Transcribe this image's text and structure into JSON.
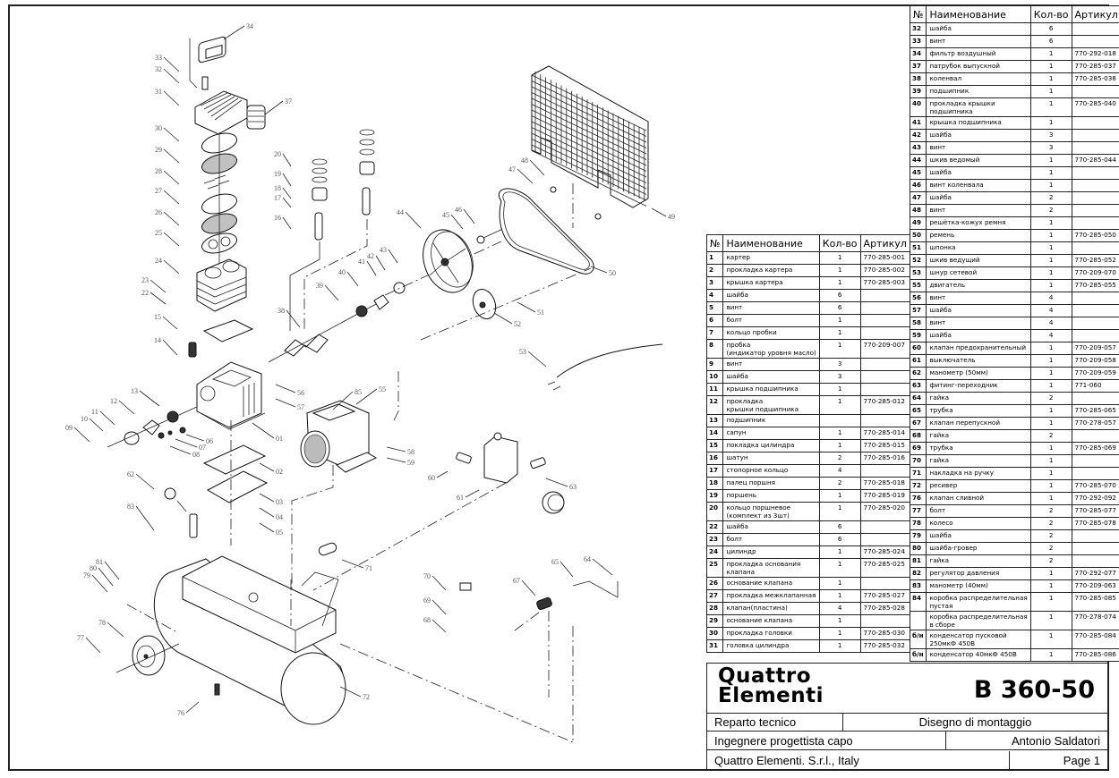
{
  "drawing": {
    "title": "Exploded assembly diagram — air compressor B 360-50",
    "callouts": [
      "01",
      "02",
      "03",
      "04",
      "05",
      "06",
      "07",
      "08",
      "09",
      "10",
      "11",
      "12",
      "13",
      "14",
      "15",
      "16",
      "17",
      "18",
      "19",
      "20",
      "22",
      "23",
      "24",
      "25",
      "26",
      "27",
      "28",
      "29",
      "30",
      "31",
      "32",
      "33",
      "34",
      "37",
      "38",
      "39",
      "40",
      "41",
      "42",
      "43",
      "44",
      "45",
      "46",
      "47",
      "48",
      "49",
      "50",
      "51",
      "52",
      "53",
      "55",
      "56",
      "57",
      "58",
      "59",
      "60",
      "61",
      "62",
      "63",
      "64",
      "65",
      "67",
      "68",
      "69",
      "70",
      "71",
      "72",
      "76",
      "77",
      "78",
      "79",
      "80",
      "81",
      "83",
      "85",
      "62"
    ]
  },
  "table_headers": {
    "num": "№",
    "name": "Наименование",
    "qty": "Кол-во",
    "art": "Артикул"
  },
  "parts_left": [
    {
      "num": "1",
      "name": "картер",
      "qty": "1",
      "art": "770-285-001"
    },
    {
      "num": "2",
      "name": "прокладка картера",
      "qty": "1",
      "art": "770-285-002"
    },
    {
      "num": "3",
      "name": "крышка картера",
      "qty": "1",
      "art": "770-285-003"
    },
    {
      "num": "4",
      "name": "шайба",
      "qty": "6",
      "art": ""
    },
    {
      "num": "5",
      "name": "винт",
      "qty": "6",
      "art": ""
    },
    {
      "num": "6",
      "name": "болт",
      "qty": "1",
      "art": ""
    },
    {
      "num": "7",
      "name": "кольцо пробки",
      "qty": "1",
      "art": ""
    },
    {
      "num": "8",
      "name": "пробка",
      "name2": "(индикатор уровня масло)",
      "qty": "1",
      "art": "770-209-007"
    },
    {
      "num": "9",
      "name": "винт",
      "qty": "3",
      "art": ""
    },
    {
      "num": "10",
      "name": "шайба",
      "qty": "3",
      "art": ""
    },
    {
      "num": "11",
      "name": "крышка подшипника",
      "qty": "1",
      "art": ""
    },
    {
      "num": "12",
      "name": "прокладка",
      "name2": "крышки подшипника",
      "qty": "1",
      "art": "770-285-012"
    },
    {
      "num": "13",
      "name": "подшипник",
      "qty": "",
      "art": ""
    },
    {
      "num": "14",
      "name": "сапун",
      "qty": "1",
      "art": "770-285-014"
    },
    {
      "num": "15",
      "name": "покладка цилиндра",
      "qty": "1",
      "art": "770-285-015"
    },
    {
      "num": "16",
      "name": "шатун",
      "qty": "2",
      "art": "770-285-016"
    },
    {
      "num": "17",
      "name": "стопорное кольцо",
      "qty": "4",
      "art": ""
    },
    {
      "num": "18",
      "name": "палец поршня",
      "qty": "2",
      "art": "770-285-018"
    },
    {
      "num": "19",
      "name": "поршень",
      "qty": "1",
      "art": "770-285-019"
    },
    {
      "num": "20",
      "name": "кольцо поршневое",
      "name2": "(комплект из 3шт)",
      "qty": "1",
      "art": "770-285-020"
    },
    {
      "num": "22",
      "name": "шайба",
      "qty": "6",
      "art": ""
    },
    {
      "num": "23",
      "name": "болт",
      "qty": "6",
      "art": ""
    },
    {
      "num": "24",
      "name": "цилиндр",
      "qty": "1",
      "art": "770-285-024"
    },
    {
      "num": "25",
      "name": "прокладка основания",
      "name2": "клапана",
      "qty": "1",
      "art": "770-285-025"
    },
    {
      "num": "26",
      "name": "основание клапана",
      "qty": "1",
      "art": ""
    },
    {
      "num": "27",
      "name": "прокладка межклапанная",
      "qty": "1",
      "art": "770-285-027"
    },
    {
      "num": "28",
      "name": "клапан(пластина)",
      "qty": "4",
      "art": "770-285-028"
    },
    {
      "num": "29",
      "name": "основание клапана",
      "qty": "1",
      "art": ""
    },
    {
      "num": "30",
      "name": "прокладка головки",
      "qty": "1",
      "art": "770-285-030"
    },
    {
      "num": "31",
      "name": "головка цилиндра",
      "qty": "1",
      "art": "770-285-032"
    }
  ],
  "parts_right": [
    {
      "num": "32",
      "name": "шайба",
      "qty": "6",
      "art": ""
    },
    {
      "num": "33",
      "name": "винт",
      "qty": "6",
      "art": ""
    },
    {
      "num": "34",
      "name": "фильтр воздушный",
      "qty": "1",
      "art": "770-292-018"
    },
    {
      "num": "37",
      "name": "патрубок выпускной",
      "qty": "1",
      "art": "770-285-037"
    },
    {
      "num": "38",
      "name": "коленвал",
      "qty": "1",
      "art": "770-285-038"
    },
    {
      "num": "39",
      "name": "подшипник",
      "qty": "1",
      "art": ""
    },
    {
      "num": "40",
      "name": "прокладка крышки",
      "name2": "подшипника",
      "qty": "1",
      "art": "770-285-040"
    },
    {
      "num": "41",
      "name": "крышка подшипника",
      "qty": "1",
      "art": ""
    },
    {
      "num": "42",
      "name": "шайба",
      "qty": "3",
      "art": ""
    },
    {
      "num": "43",
      "name": "винт",
      "qty": "3",
      "art": ""
    },
    {
      "num": "44",
      "name": "шкив ведомый",
      "qty": "1",
      "art": "770-285-044"
    },
    {
      "num": "45",
      "name": "шайба",
      "qty": "1",
      "art": ""
    },
    {
      "num": "46",
      "name": "винт коленвала",
      "qty": "1",
      "art": ""
    },
    {
      "num": "47",
      "name": "шайба",
      "qty": "2",
      "art": ""
    },
    {
      "num": "48",
      "name": " винт",
      "qty": "2",
      "art": ""
    },
    {
      "num": "49",
      "name": "решётка-кожух ремня",
      "qty": "1",
      "art": ""
    },
    {
      "num": "50",
      "name": "ремень",
      "qty": "1",
      "art": "770-285-050"
    },
    {
      "num": "51",
      "name": "шпонка",
      "qty": "1",
      "art": ""
    },
    {
      "num": "52",
      "name": "шкив ведущий",
      "qty": "1",
      "art": "770-285-052"
    },
    {
      "num": "53",
      "name": "шнур сетевой",
      "qty": "1",
      "art": "770-209-070"
    },
    {
      "num": "55",
      "name": "двигатель",
      "qty": "1",
      "art": "770-285-055"
    },
    {
      "num": "56",
      "name": "винт",
      "qty": "4",
      "art": ""
    },
    {
      "num": "57",
      "name": "шайба",
      "qty": "4",
      "art": ""
    },
    {
      "num": "58",
      "name": "винт",
      "qty": "4",
      "art": ""
    },
    {
      "num": "59",
      "name": "шайба",
      "qty": "4",
      "art": ""
    },
    {
      "num": "60",
      "name": "клапан предохранительный",
      "qty": "1",
      "art": "770-209-057"
    },
    {
      "num": "61",
      "name": "выключатель",
      "qty": "1",
      "art": "770-209-058"
    },
    {
      "num": "62",
      "name": "манометр (50мм)",
      "qty": "1",
      "art": "770-209-059"
    },
    {
      "num": "63",
      "name": "фитинг-переходник",
      "qty": "1",
      "art": "771-060"
    },
    {
      "num": "64",
      "name": "гайка",
      "qty": "2",
      "art": ""
    },
    {
      "num": "65",
      "name": "трубка",
      "qty": "1",
      "art": "770-285-065"
    },
    {
      "num": "67",
      "name": "клапан перепускной",
      "qty": "1",
      "art": "770-278-057"
    },
    {
      "num": "68",
      "name": "гайка",
      "qty": "2",
      "art": ""
    },
    {
      "num": "69",
      "name": "трубка",
      "qty": "1",
      "art": "770-285-069"
    },
    {
      "num": "70",
      "name": "гайка",
      "qty": "1",
      "art": ""
    },
    {
      "num": "71",
      "name": "накладка на ручку",
      "qty": "1",
      "art": ""
    },
    {
      "num": "72",
      "name": "ресивер",
      "qty": "1",
      "art": "770-285-070"
    },
    {
      "num": "76",
      "name": "клапан сливной",
      "qty": "1",
      "art": "770-292-092"
    },
    {
      "num": "77",
      "name": "болт",
      "qty": "2",
      "art": "770-285-077"
    },
    {
      "num": "78",
      "name": "колесо",
      "qty": "2",
      "art": "770-285-078"
    },
    {
      "num": "79",
      "name": "шайба",
      "qty": "2",
      "art": ""
    },
    {
      "num": "80",
      "name": "шайба-гровер",
      "qty": "2",
      "art": ""
    },
    {
      "num": "81",
      "name": "гайка",
      "qty": "2",
      "art": ""
    },
    {
      "num": "82",
      "name": "регулятор давления",
      "qty": "1",
      "art": "770-292-077"
    },
    {
      "num": "83",
      "name": "манометр (40мм)",
      "qty": "1",
      "art": "770-209-063"
    },
    {
      "num": "84",
      "name": "коробка распределительная",
      "name2": "пустая",
      "qty": "1",
      "art": "770-285-085"
    },
    {
      "num": "",
      "name": "коробка распределительная",
      "name2": " в сборе",
      "qty": "1",
      "art": "770-278-074"
    },
    {
      "num": "б/н",
      "name": "конденсатор пусковой",
      "name2": "250мкФ 450В",
      "qty": "1",
      "art": "770-285-084"
    },
    {
      "num": "б/н",
      "name": "конденсатор 40мкФ 450В",
      "qty": "1",
      "art": "770-285-086"
    }
  ],
  "title_block": {
    "logo_line1": "Quattro",
    "logo_line2": "Elementi",
    "model": "B 360-50",
    "department": "Reparto tecnico",
    "drawing_type": "Disegno di montaggio",
    "role": "Ingegnere progettista capo",
    "engineer": "Antonio Saldatori",
    "company": "Quattro Elementi. S.r.l., Italy",
    "page": "Page 1"
  }
}
